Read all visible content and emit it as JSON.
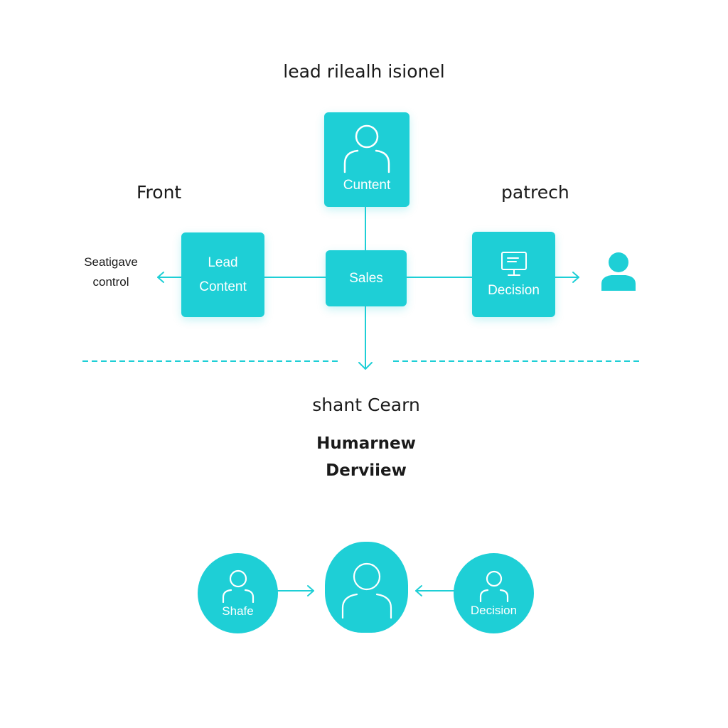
{
  "diagram": {
    "title": "lead rilealh isionel",
    "left_label": "Front",
    "right_label": "patrech",
    "left_note_line1": "Seatigave",
    "left_note_line2": "control",
    "top_box": {
      "label": "Cuntent",
      "icon": "person-icon"
    },
    "left_box": {
      "line1": "Lead",
      "line2": "Content"
    },
    "center_box": {
      "label": "Sales"
    },
    "right_box": {
      "label": "Decision",
      "icon": "monitor-icon"
    },
    "right_person": {
      "icon": "person-icon"
    },
    "subtitle": "shant Cearn",
    "heading_line1": "Humarnew",
    "heading_line2": "Derviiew",
    "circles": [
      {
        "label": "Shafe",
        "icon": "person-icon"
      },
      {
        "label": "",
        "icon": "person-icon"
      },
      {
        "label": "Decision",
        "icon": "person-icon"
      }
    ],
    "colors": {
      "accent": "#1ecfd6",
      "text": "#1a1a1a",
      "background": "#ffffff"
    }
  }
}
